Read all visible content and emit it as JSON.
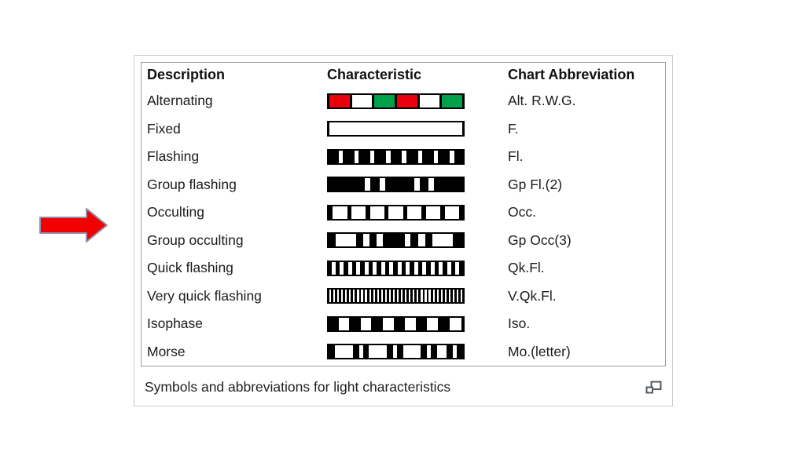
{
  "annotation_arrow": {
    "fill": "#f20000",
    "stroke": "#9191ad"
  },
  "infobox": {
    "caption": "Symbols and abbreviations for light characteristics"
  },
  "colors": {
    "K": "#000000",
    "W": "#ffffff",
    "R": "#e8000d",
    "G": "#00a14b"
  },
  "table": {
    "headers": [
      "Description",
      "Characteristic",
      "Chart Abbreviation"
    ],
    "rows": [
      {
        "description": "Alternating",
        "abbreviation": "Alt. R.W.G.",
        "pattern": [
          [
            "K",
            3
          ],
          [
            "R",
            26
          ],
          [
            "K",
            3
          ],
          [
            "W",
            26
          ],
          [
            "K",
            3
          ],
          [
            "G",
            26
          ],
          [
            "K",
            3
          ],
          [
            "R",
            26
          ],
          [
            "K",
            3
          ],
          [
            "W",
            26
          ],
          [
            "K",
            3
          ],
          [
            "G",
            26
          ],
          [
            "K",
            3
          ]
        ]
      },
      {
        "description": "Fixed",
        "abbreviation": "F.",
        "pattern": [
          [
            "K",
            3
          ],
          [
            "W",
            169
          ],
          [
            "K",
            3
          ]
        ]
      },
      {
        "description": "Flashing",
        "abbreviation": "Fl.",
        "pattern": [
          [
            "K",
            14
          ],
          {
            "rep": 7,
            "seq": [
              [
                "W",
                5
              ],
              [
                "K",
                14
              ]
            ]
          },
          [
            "W",
            6
          ],
          [
            "K",
            12
          ]
        ]
      },
      {
        "description": "Group flashing",
        "abbreviation": "Gp Fl.(2)",
        "pattern": [
          [
            "K",
            50
          ],
          [
            "W",
            7
          ],
          [
            "K",
            12
          ],
          [
            "W",
            8
          ],
          [
            "K",
            38
          ],
          [
            "W",
            7
          ],
          [
            "K",
            11
          ],
          [
            "W",
            8
          ],
          [
            "K",
            40
          ]
        ]
      },
      {
        "description": "Occulting",
        "abbreviation": "Occ.",
        "pattern": [
          [
            "K",
            8
          ],
          {
            "rep": 6,
            "seq": [
              [
                "W",
                20
              ],
              [
                "K",
                6
              ]
            ]
          },
          [
            "W",
            20
          ],
          [
            "K",
            8
          ]
        ]
      },
      {
        "description": "Group occulting",
        "abbreviation": "Gp Occ(3)",
        "pattern": [
          [
            "K",
            11
          ],
          [
            "W",
            25
          ],
          [
            "K",
            9
          ],
          [
            "W",
            7
          ],
          [
            "K",
            9
          ],
          [
            "W",
            8
          ],
          [
            "K",
            27
          ],
          [
            "W",
            7
          ],
          [
            "K",
            10
          ],
          [
            "W",
            8
          ],
          [
            "K",
            9
          ],
          [
            "W",
            25
          ],
          [
            "K",
            15
          ]
        ]
      },
      {
        "description": "Quick flashing",
        "abbreviation": "Qk.Fl.",
        "pattern": [
          [
            "K",
            6
          ],
          {
            "rep": 15,
            "seq": [
              [
                "W",
                5
              ],
              [
                "K",
                6
              ]
            ]
          },
          [
            "W",
            5
          ],
          [
            "K",
            7
          ]
        ]
      },
      {
        "description": "Very quick flashing",
        "abbreviation": "V.Qk.Fl.",
        "pattern": [
          [
            "K",
            3
          ],
          {
            "rep": 33,
            "seq": [
              [
                "W",
                2.2
              ],
              [
                "K",
                3
              ]
            ]
          },
          [
            "W",
            2.2
          ],
          [
            "K",
            3
          ]
        ]
      },
      {
        "description": "Isophase",
        "abbreviation": "Iso.",
        "pattern": [
          [
            "K",
            15
          ],
          {
            "rep": 5,
            "seq": [
              [
                "W",
                14
              ],
              [
                "K",
                15
              ]
            ]
          },
          [
            "W",
            16
          ],
          [
            "K",
            4
          ]
        ]
      },
      {
        "description": "Morse",
        "abbreviation": "Mo.(letter)",
        "pattern": [
          [
            "K",
            12
          ],
          [
            "W",
            26
          ],
          [
            "K",
            9
          ],
          [
            "W",
            6
          ],
          [
            "K",
            9
          ],
          [
            "W",
            26
          ],
          [
            "K",
            9
          ],
          [
            "W",
            6
          ],
          [
            "K",
            9
          ],
          [
            "W",
            26
          ],
          [
            "K",
            9
          ],
          [
            "W",
            6
          ],
          [
            "K",
            9
          ],
          [
            "W",
            14
          ],
          [
            "K",
            9
          ],
          [
            "W",
            6
          ],
          [
            "K",
            12
          ]
        ]
      }
    ]
  }
}
